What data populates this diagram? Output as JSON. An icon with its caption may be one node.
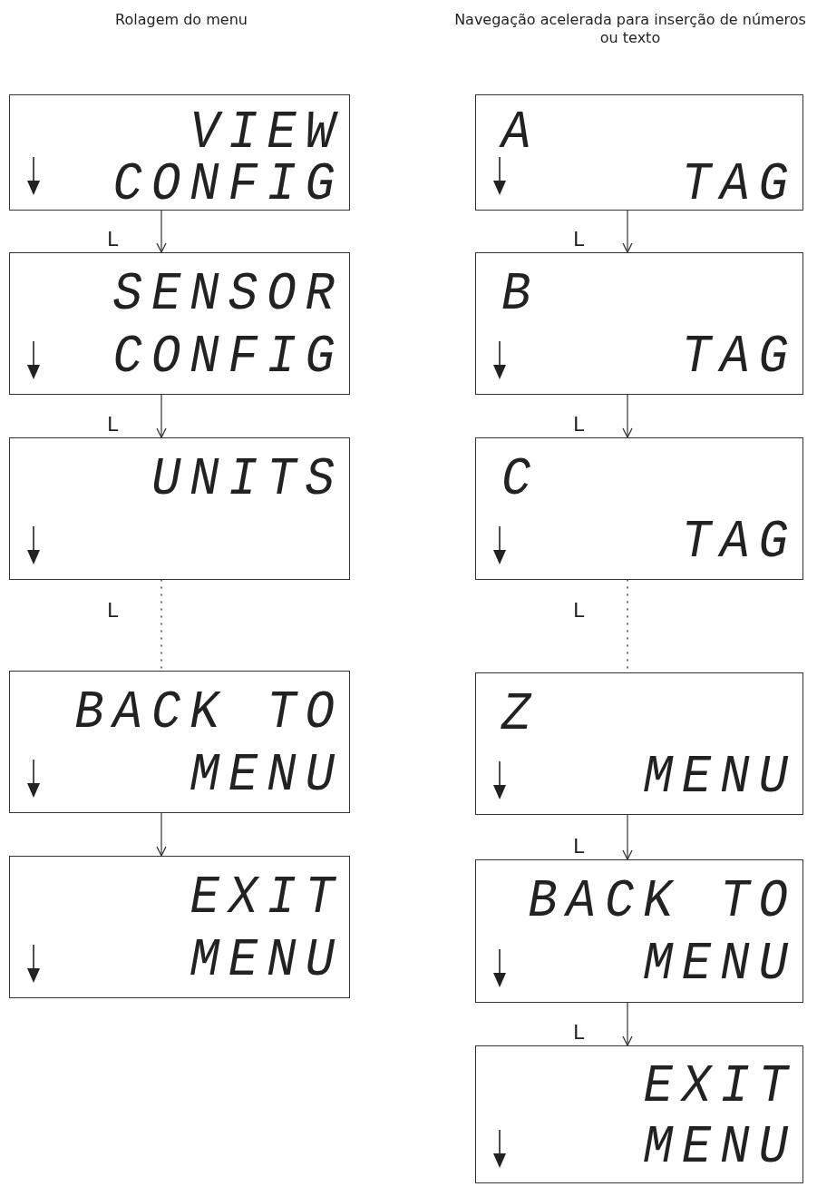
{
  "diagram": {
    "nodes": [
      {
        "text": [
          "VIEW",
          "CONFIG"
        ]
      },
      {
        "text": [
          "SENSOR",
          "CONFIG"
        ]
      },
      {
        "text": [
          "UNITS"
        ]
      },
      {
        "text": [
          "BACK TO",
          "MENU"
        ]
      },
      {
        "text": [
          "EXIT",
          "MENU"
        ]
      },
      {
        "text": [
          "A",
          "TAG"
        ]
      },
      {
        "text": [
          "B",
          "TAG"
        ]
      },
      {
        "text": [
          "C",
          "TAG"
        ]
      },
      {
        "text": [
          "Z",
          "MENU"
        ]
      },
      {
        "text": [
          "BACK TO",
          "MENU"
        ]
      },
      {
        "text": [
          "EXIT",
          "MENU"
        ]
      }
    ],
    "edges": [
      {
        "from": 0,
        "to": 1,
        "arrow": "to",
        "label": "L"
      },
      {
        "from": 1,
        "to": 2,
        "arrow": "to",
        "label": "L"
      },
      {
        "from": 2,
        "to": 3,
        "arrow": "none",
        "label": "L",
        "style": "dashed"
      },
      {
        "from": 3,
        "to": 4,
        "arrow": "to"
      },
      {
        "from": 5,
        "to": 6,
        "arrow": "to",
        "label": "L"
      },
      {
        "from": 6,
        "to": 7,
        "arrow": "to",
        "label": "L"
      },
      {
        "from": 7,
        "to": 8,
        "arrow": "none",
        "label": "L",
        "style": "dashed"
      },
      {
        "from": 8,
        "to": 9,
        "arrow": "to",
        "label": "L"
      },
      {
        "from": 9,
        "to": 10,
        "arrow": "to",
        "label": "L"
      }
    ],
    "labels": [
      "Rolagem do menu",
      "Navegação acelerada para inserção de números ou texto"
    ]
  }
}
